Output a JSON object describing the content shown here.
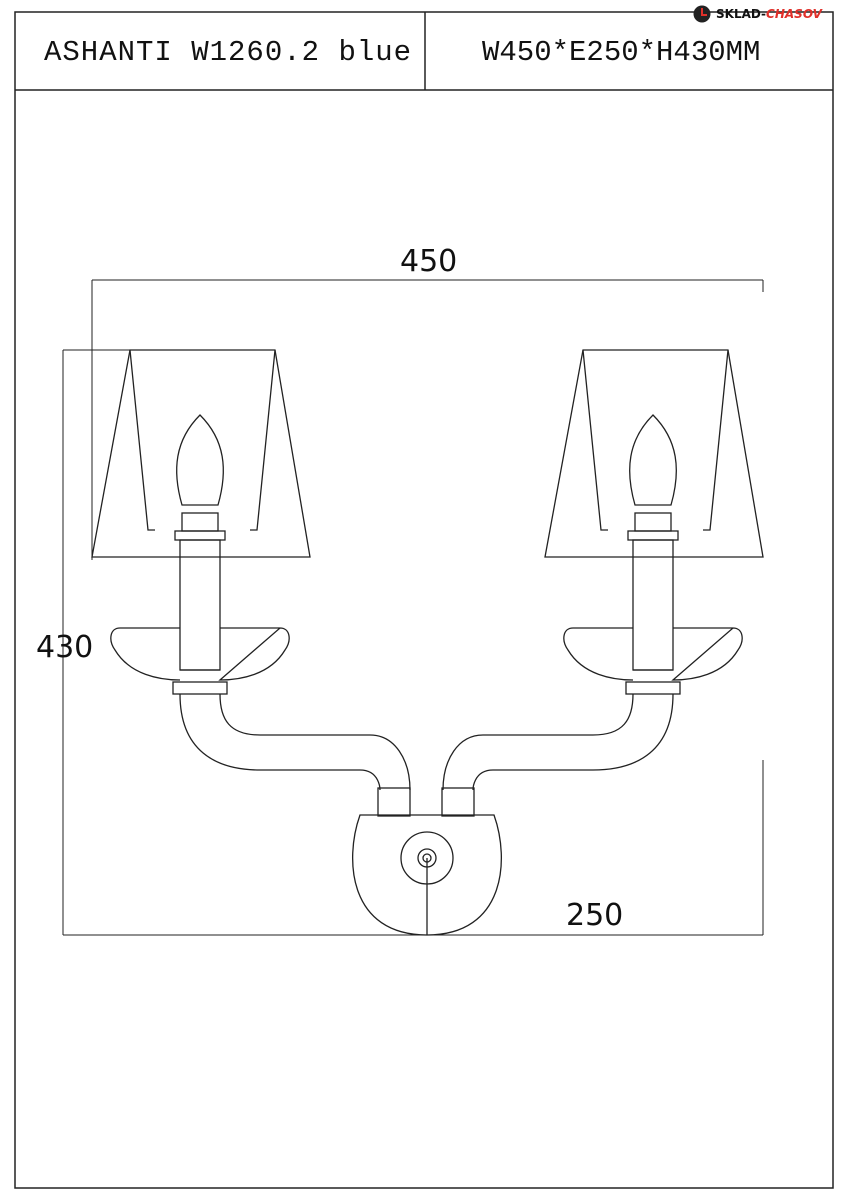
{
  "header": {
    "model": "ASHANTI W1260.2 blue",
    "dimensions": "W450*E250*H430MM"
  },
  "logo": {
    "part1": "SKLAD-",
    "part2": "CHASOV",
    "accent": "#e0302a"
  },
  "drawing": {
    "width_label": "450",
    "height_label": "430",
    "depth_label": "250"
  }
}
